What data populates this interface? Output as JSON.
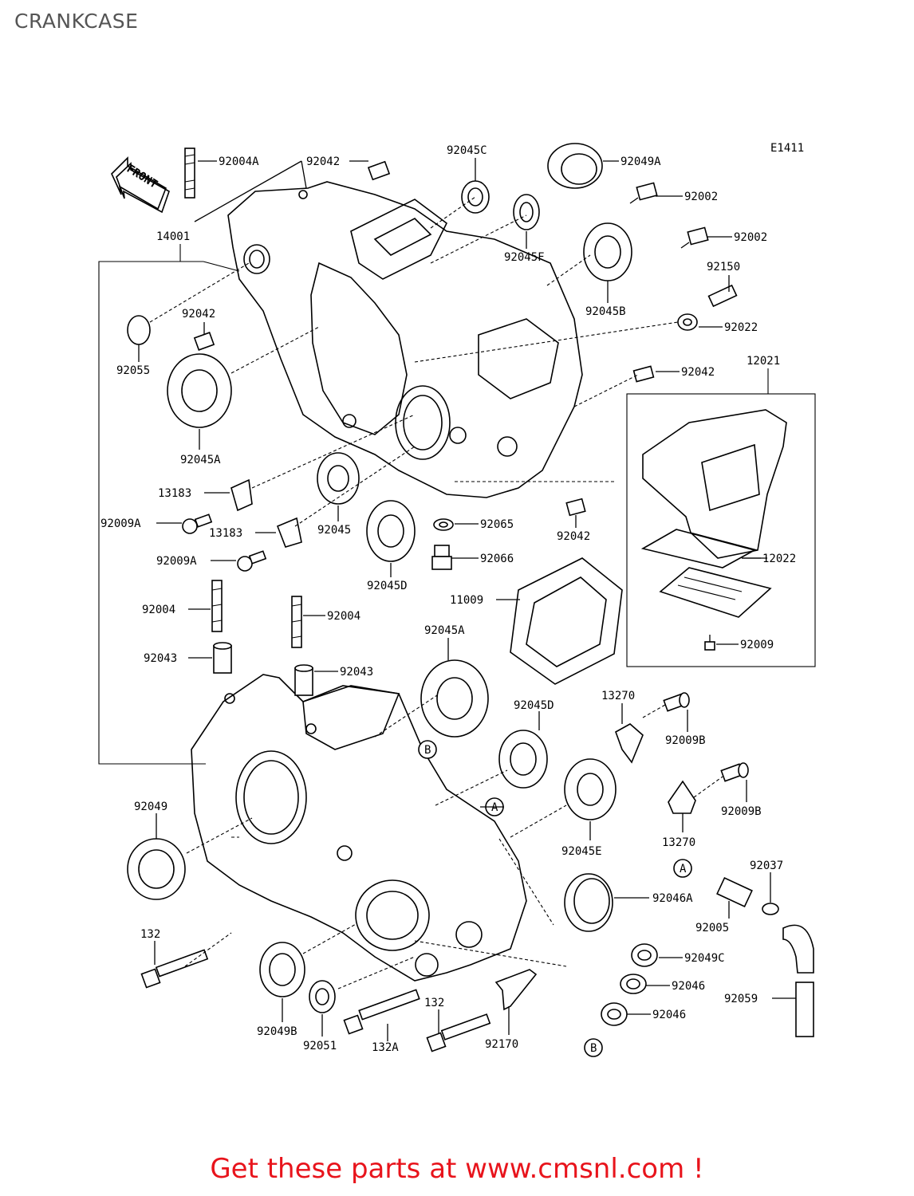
{
  "title": "CRANKCASE",
  "diagram_code": "E1411",
  "front_label": "FRONT",
  "footer": "Get these parts at www.cmsnl.com !",
  "footer_color": "#e8141c",
  "callouts": {
    "c92004A": "92004A",
    "c92042_top": "92042",
    "c92045C": "92045C",
    "c92049A": "92049A",
    "c92002_a": "92002",
    "c92002_b": "92002",
    "c14001": "14001",
    "c92045F": "92045F",
    "c92150": "92150",
    "c92042_b": "92042",
    "c92045B": "92045B",
    "c92022": "92022",
    "c92055": "92055",
    "c92042_c": "92042",
    "c12021": "12021",
    "c92045A_top": "92045A",
    "c13183_a": "13183",
    "c92009A_a": "92009A",
    "c13183_b": "13183",
    "c92045": "92045",
    "c92065": "92065",
    "c92042_d": "92042",
    "c92009A_b": "92009A",
    "c92066": "92066",
    "c12022": "12022",
    "c92045D_top": "92045D",
    "c11009": "11009",
    "c92004_a": "92004",
    "c92004_b": "92004",
    "c92045A_mid": "92045A",
    "c92009_r": "92009",
    "c92043_a": "92043",
    "c92043_b": "92043",
    "c13270_a": "13270",
    "c92045D_mid": "92045D",
    "c92009B_a": "92009B",
    "c92049": "92049",
    "c92009B_b": "92009B",
    "c13270_b": "13270",
    "c92045E": "92045E",
    "c92037": "92037",
    "c92046A": "92046A",
    "c92005": "92005",
    "c132_a": "132",
    "c92049C": "92049C",
    "c92046_a": "92046",
    "c92059": "92059",
    "c92046_b": "92046",
    "c132_b": "132",
    "c92049B": "92049B",
    "c92051": "92051",
    "c132A": "132A",
    "c92170": "92170"
  },
  "markers": {
    "a": "A",
    "b": "B"
  }
}
